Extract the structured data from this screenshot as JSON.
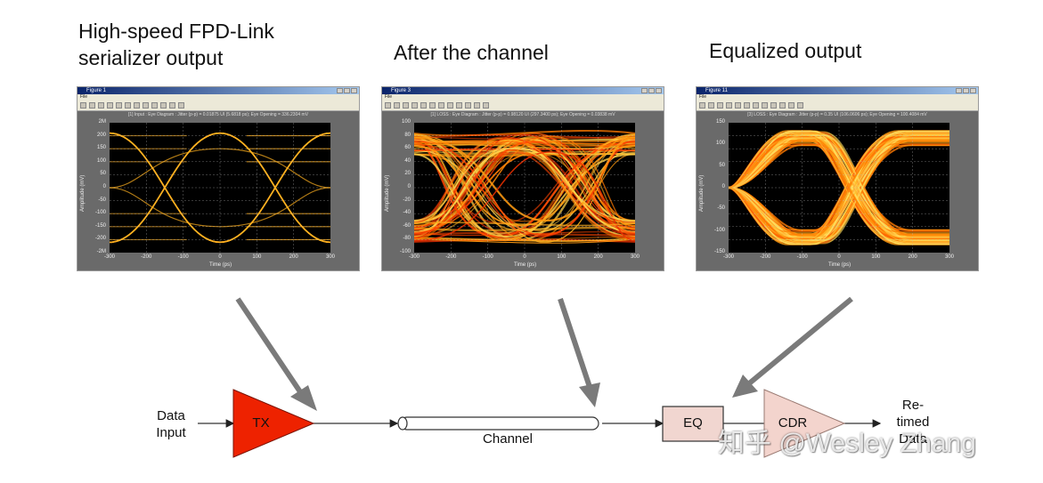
{
  "captions": {
    "serializer": "High-speed FPD-Link\nserializer output",
    "channel": "After the channel",
    "equalized": "Equalized output"
  },
  "figures": [
    {
      "title": "Figure 1",
      "menu": "File",
      "header": "[1] Input : Eye Diagram : Jitter (p-p) = 0.01875 UI (5.6818 ps); Eye Opening = 336.2304 mV",
      "yticks": [
        "2M",
        "200",
        "150",
        "100",
        "50",
        "0",
        "-50",
        "-100",
        "-150",
        "-200",
        "-2M"
      ],
      "xticks": [
        "-300",
        "-200",
        "-100",
        "0",
        "100",
        "200",
        "300"
      ],
      "ylabel": "Amplitude (mV)",
      "xlabel": "Time (ps)"
    },
    {
      "title": "Figure 3",
      "menu": "File",
      "header": "[1] LOSS : Eye Diagram : Jitter (p-p) = 0.98120 UI (297.3400 ps); Eye Opening = 0.03838 mV",
      "yticks": [
        "100",
        "80",
        "60",
        "40",
        "20",
        "0",
        "-20",
        "-40",
        "-60",
        "-80",
        "-100"
      ],
      "xticks": [
        "-300",
        "-200",
        "-100",
        "0",
        "100",
        "200",
        "300"
      ],
      "ylabel": "Amplitude (mV)",
      "xlabel": "Time (ps)"
    },
    {
      "title": "Figure 11",
      "menu": "File",
      "header": "[3] LOSS : Eye Diagram : Jitter (p-p) = 0.35 UI (106.0606 ps); Eye Opening = 100.4084 mV",
      "yticks": [
        "150",
        "100",
        "50",
        "0",
        "-50",
        "-100",
        "-150"
      ],
      "xticks": [
        "-300",
        "-200",
        "-100",
        "0",
        "100",
        "200",
        "300"
      ],
      "ylabel": "Amplitude (mV)",
      "xlabel": "Time (ps)"
    }
  ],
  "flow": {
    "input_label": "Data\nInput",
    "tx_label": "TX",
    "channel_label": "Channel",
    "eq_label": "EQ",
    "cdr_label": "CDR",
    "output_label": "Re-\ntimed\nData"
  },
  "colors": {
    "tx_fill": "#ee2200",
    "eq_fill": "#f1d6d0",
    "cdr_fill": "#f3d4cd",
    "arrow": "#7a7a7a",
    "eye_trace": "#ffb020"
  },
  "watermark": "知乎 @Wesley Zhang"
}
